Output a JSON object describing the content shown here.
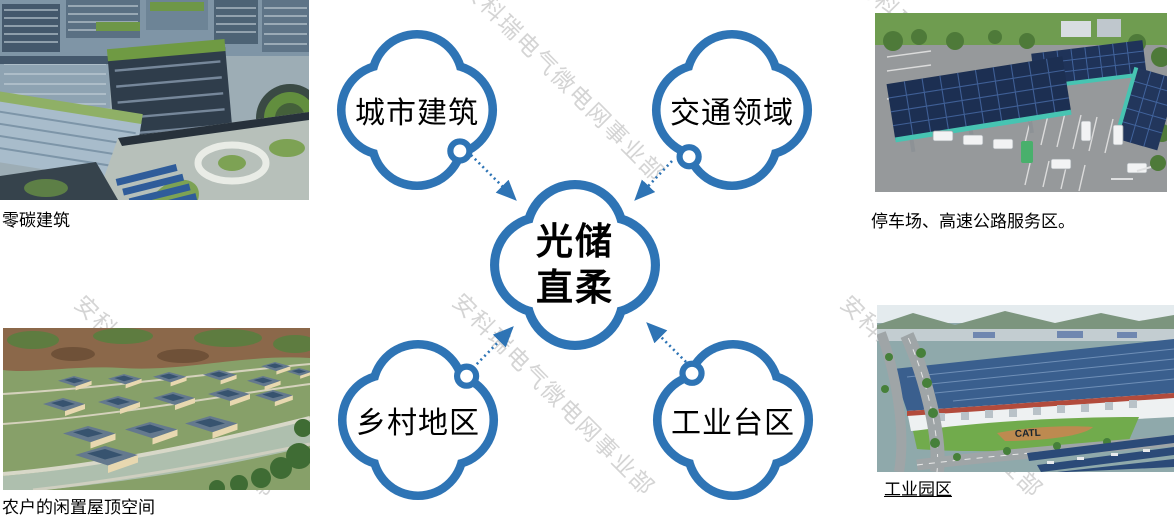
{
  "watermark": {
    "text": "安科瑞电气微电网事业部"
  },
  "colors": {
    "bubble_blue": "#2e74b5",
    "arrow_blue": "#2e74b5",
    "watermark_gray": "#d4d4d4",
    "label_black": "#000000"
  },
  "center_bubble": {
    "line1": "光储",
    "line2": "直柔"
  },
  "bubbles": [
    {
      "label": "城市建筑"
    },
    {
      "label": "交通领域"
    },
    {
      "label": "乡村地区"
    },
    {
      "label": "工业台区"
    }
  ],
  "photos": [
    {
      "caption": "零碳建筑"
    },
    {
      "caption": "停车场、高速公路服务区。"
    },
    {
      "caption": "农户的闲置屋顶空间"
    },
    {
      "caption": "工业园区",
      "overlay_text": "CATL"
    }
  ]
}
